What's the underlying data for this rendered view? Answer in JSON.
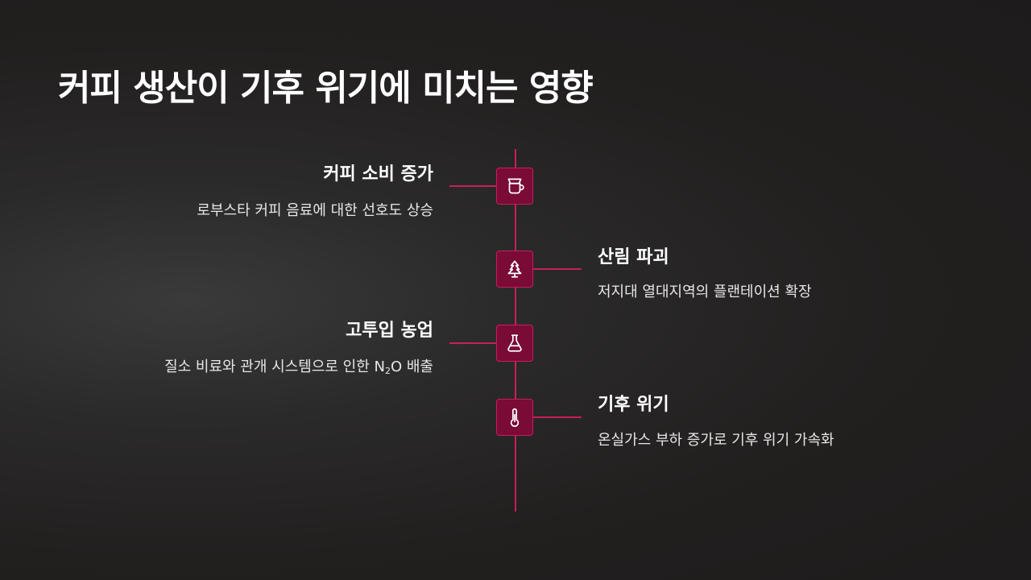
{
  "slide": {
    "title": "커피 생산이 기후 위기에 미치는 영향"
  },
  "colors": {
    "accent": "#c81e5a",
    "node_fill": "#7a0a36",
    "background": "#231f1f"
  },
  "timeline": {
    "items": [
      {
        "side": "left",
        "icon": "coffee-pot-icon",
        "title": "커피 소비 증가",
        "description": "로부스타 커피 음료에 대한 선호도 상승"
      },
      {
        "side": "right",
        "icon": "tree-icon",
        "title": "산림 파괴",
        "description": "저지대 열대지역의 플랜테이션 확장"
      },
      {
        "side": "left",
        "icon": "flask-icon",
        "title": "고투입 농업",
        "description_prefix": "질소 비료와 관개 시스템으로 인한 N",
        "description_sub": "2",
        "description_suffix": "O 배출"
      },
      {
        "side": "right",
        "icon": "thermometer-icon",
        "title": "기후 위기",
        "description": "온실가스 부하 증가로 기후 위기 가속화"
      }
    ]
  }
}
